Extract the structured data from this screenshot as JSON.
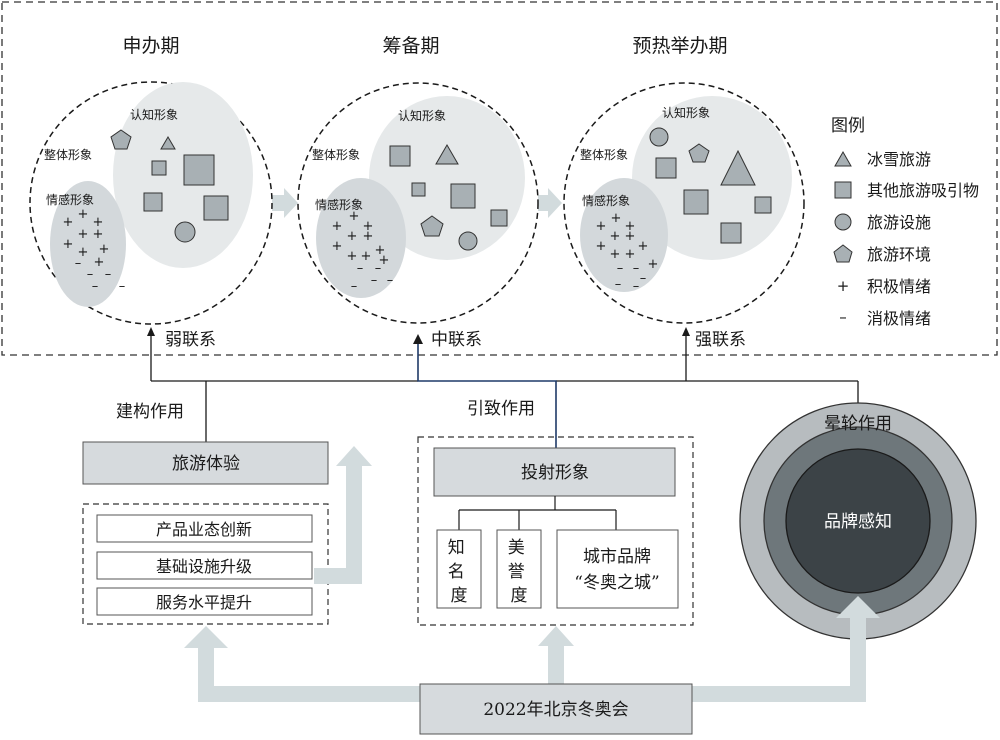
{
  "stages": {
    "s1": {
      "title": "申办期",
      "cognitive": "认知形象",
      "overall": "整体形象",
      "emotional": "情感形象",
      "link": "弱联系"
    },
    "s2": {
      "title": "筹备期",
      "cognitive": "认知形象",
      "overall": "整体形象",
      "emotional": "情感形象",
      "link": "中联系"
    },
    "s3": {
      "title": "预热举办期",
      "cognitive": "认知形象",
      "overall": "整体形象",
      "emotional": "情感形象",
      "link": "强联系"
    }
  },
  "legend": {
    "title": "图例",
    "items": [
      {
        "label": "冰雪旅游",
        "icon": "triangle-icon"
      },
      {
        "label": "其他旅游吸引物",
        "icon": "square-icon"
      },
      {
        "label": "旅游设施",
        "icon": "circle-icon"
      },
      {
        "label": "旅游环境",
        "icon": "pentagon-icon"
      },
      {
        "label": "积极情绪",
        "icon": "plus-icon"
      },
      {
        "label": "消极情绪",
        "icon": "minus-icon"
      }
    ]
  },
  "lower": {
    "construct_label": "建构作用",
    "induce_label": "引致作用",
    "halo_label": "晕轮作用",
    "tourism_experience": "旅游体验",
    "experience_items": [
      "产品业态创新",
      "基础设施升级",
      "服务水平提升"
    ],
    "projected_image": "投射形象",
    "fame": "知名度",
    "reputation": "美誉度",
    "city_brand_line1": "城市品牌",
    "city_brand_line2": "“冬奥之城”",
    "brand_perception": "品牌感知",
    "olympics": "2022年北京冬奥会"
  },
  "colors": {
    "ellipse_light": "#e6e9ea",
    "ellipse_mid": "#d3d8db",
    "shape_fill": "#a8b0b4",
    "arrow_fill": "#d2dbdd",
    "box_fill": "#d6dadd",
    "ring_outer": "#b7bcbf",
    "ring_mid": "#6e777b",
    "ring_inner": "#3c4347",
    "blue_line": "#1f3a68"
  }
}
